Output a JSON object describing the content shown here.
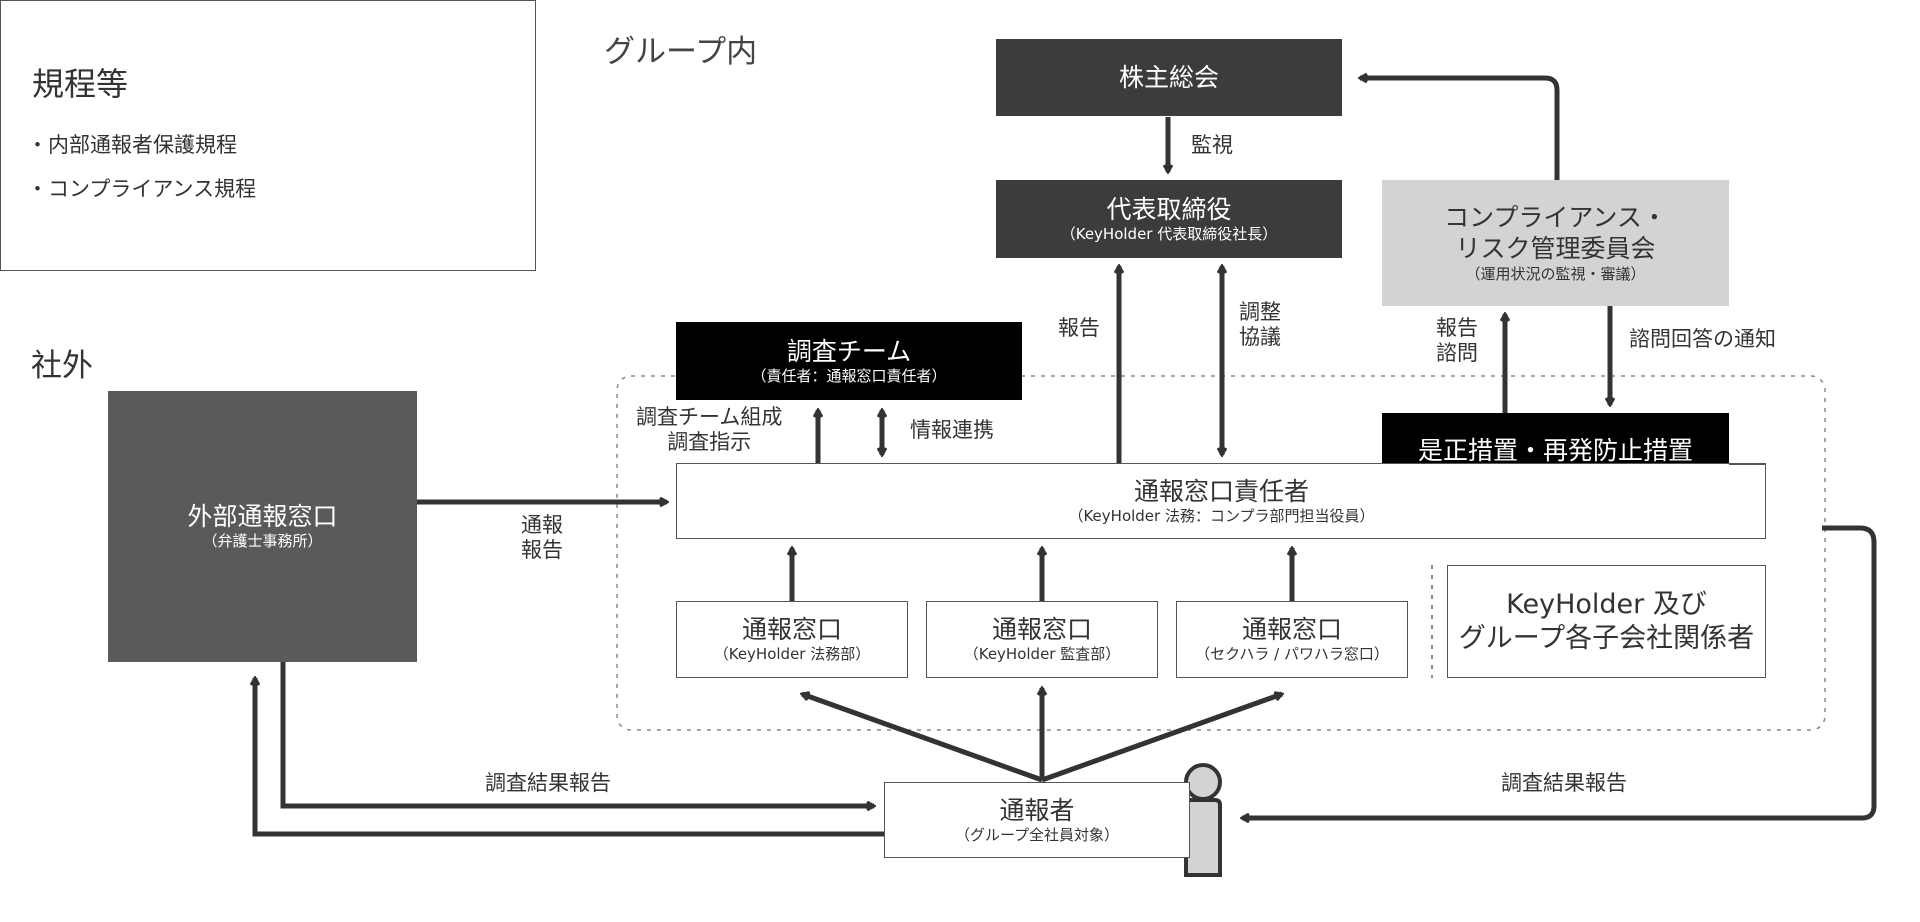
{
  "rules": {
    "title": "規程等",
    "items": [
      "・内部通報者保護規程",
      "・コンプライアンス規程"
    ]
  },
  "sections": {
    "group": "グループ内",
    "external": "社外"
  },
  "boxes": {
    "shareholders": {
      "title": "株主総会"
    },
    "ceo": {
      "title": "代表取締役",
      "sub": "（KeyHolder 代表取締役社長）"
    },
    "compliance_committee": {
      "title_line1": "コンプライアンス・",
      "title_line2": "リスク管理委員会",
      "sub": "（運用状況の監視・審議）"
    },
    "investigation_team": {
      "title": "調査チーム",
      "sub": "（責任者：通報窓口責任者）"
    },
    "corrective": {
      "title": "是正措置・再発防止措置"
    },
    "hotline_manager": {
      "title": "通報窓口責任者",
      "sub": "（KeyHolder 法務：コンプラ部門担当役員）"
    },
    "external_hotline": {
      "title": "外部通報窓口",
      "sub": "（弁護士事務所）"
    },
    "hotline_legal": {
      "title": "通報窓口",
      "sub": "（KeyHolder 法務部）"
    },
    "hotline_audit": {
      "title": "通報窓口",
      "sub": "（KeyHolder 監査部）"
    },
    "hotline_harassment": {
      "title": "通報窓口",
      "sub": "（セクハラ / パワハラ窓口）"
    },
    "related_parties": {
      "title_line1": "KeyHolder 及び",
      "title_line2": "グループ各子会社関係者"
    },
    "whistleblower": {
      "title": "通報者",
      "sub": "（グループ全社員対象）"
    }
  },
  "labels": {
    "monitoring": "監視",
    "report": "報告",
    "adjust_line1": "調整",
    "adjust_line2": "協議",
    "report_consult_line1": "報告",
    "report_consult_line2": "諮問",
    "consult_answer_notice": "諮問回答の通知",
    "team_formation_line1": "調査チーム組成",
    "team_formation_line2": "調査指示",
    "info_sharing": "情報連携",
    "notify_report_line1": "通報",
    "notify_report_line2": "報告",
    "result_report_left": "調査結果報告",
    "result_report_right": "調査結果報告"
  },
  "colors": {
    "dark_box": "#3c3c3c",
    "black_box": "#000000",
    "gray_box": "#d3d3d3",
    "external_box": "#5a5a5a",
    "line": "#333333",
    "border": "#555555"
  }
}
